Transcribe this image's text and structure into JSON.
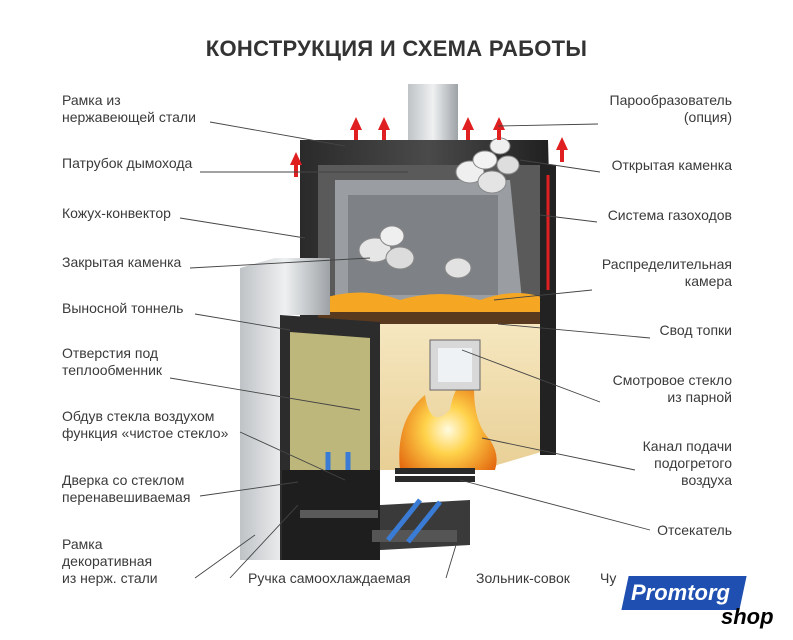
{
  "title": "КОНСТРУКЦИЯ И СХЕМА РАБОТЫ",
  "labels_left": {
    "frame_steel": [
      "Рамка из",
      "нержавеющей стали"
    ],
    "chimney_pipe": [
      "Патрубок дымохода"
    ],
    "convector": [
      "Кожух-конвектор"
    ],
    "closed_heater": [
      "Закрытая каменка"
    ],
    "tunnel": [
      "Выносной тоннель"
    ],
    "exchanger_holes": [
      "Отверстия под",
      "теплообменник"
    ],
    "glass_blow": [
      "Обдув стекла воздухом",
      "функция «чистое стекло»"
    ],
    "door_glass": [
      "Дверка со стеклом",
      "перенавешиваемая"
    ],
    "decor_frame": [
      "Рамка",
      "декоративная",
      "из нерж. стали"
    ]
  },
  "labels_right": {
    "steam_gen": [
      "Парообразователь",
      "(опция)"
    ],
    "open_heater": [
      "Открытая каменка"
    ],
    "gas_ducts": [
      "Система газоходов"
    ],
    "distrib_chamber": [
      "Распределительная",
      "камера"
    ],
    "firebox_vault": [
      "Свод топки"
    ],
    "view_glass": [
      "Смотровое стекло",
      "из парной"
    ],
    "air_channel": [
      "Канал подачи",
      "подогретого",
      "воздуха"
    ],
    "cutter": [
      "Отсекатель"
    ]
  },
  "labels_bottom": {
    "handle": "Ручка самоохлаждаемая",
    "ashpan": "Зольник-совок",
    "cut_text": "Чу"
  },
  "logo": {
    "main": "Promtorg",
    "sub": "shop",
    "color": "#1f4fb0"
  },
  "colors": {
    "fire": "#f5a623",
    "metal": "#3a3a3a",
    "arrow_hot": "#e02020",
    "arrow_cold": "#3a7bd5"
  }
}
